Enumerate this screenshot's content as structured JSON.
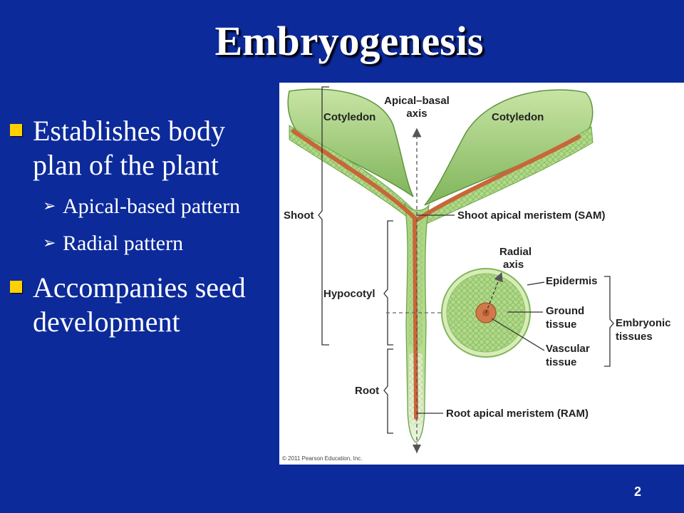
{
  "slide": {
    "title": "Embryogenesis",
    "page_number": "2"
  },
  "bullets": [
    {
      "text": "Establishes body plan of the plant",
      "sub": [
        "Apical-based pattern",
        "Radial pattern"
      ]
    },
    {
      "text": "Accompanies seed development",
      "sub": []
    }
  ],
  "figure": {
    "labels": {
      "apical_basal_axis_1": "Apical–basal",
      "apical_basal_axis_2": "axis",
      "cotyledon_left": "Cotyledon",
      "cotyledon_right": "Cotyledon",
      "shoot": "Shoot",
      "sam": "Shoot apical meristem (SAM)",
      "hypocotyl": "Hypocotyl",
      "radial_axis_1": "Radial",
      "radial_axis_2": "axis",
      "epidermis": "Epidermis",
      "ground_tissue_1": "Ground",
      "ground_tissue_2": "tissue",
      "vascular_tissue_1": "Vascular",
      "vascular_tissue_2": "tissue",
      "embryonic_tissues_1": "Embryonic",
      "embryonic_tissues_2": "tissues",
      "root": "Root",
      "ram": "Root apical meristem (RAM)",
      "copyright": "© 2011 Pearson Education, Inc."
    }
  },
  "colors": {
    "background": "#0c2a9a",
    "bullet_marker": "#ffd100",
    "tissue_green": "#a7d37a",
    "vascular": "#c8663a"
  }
}
